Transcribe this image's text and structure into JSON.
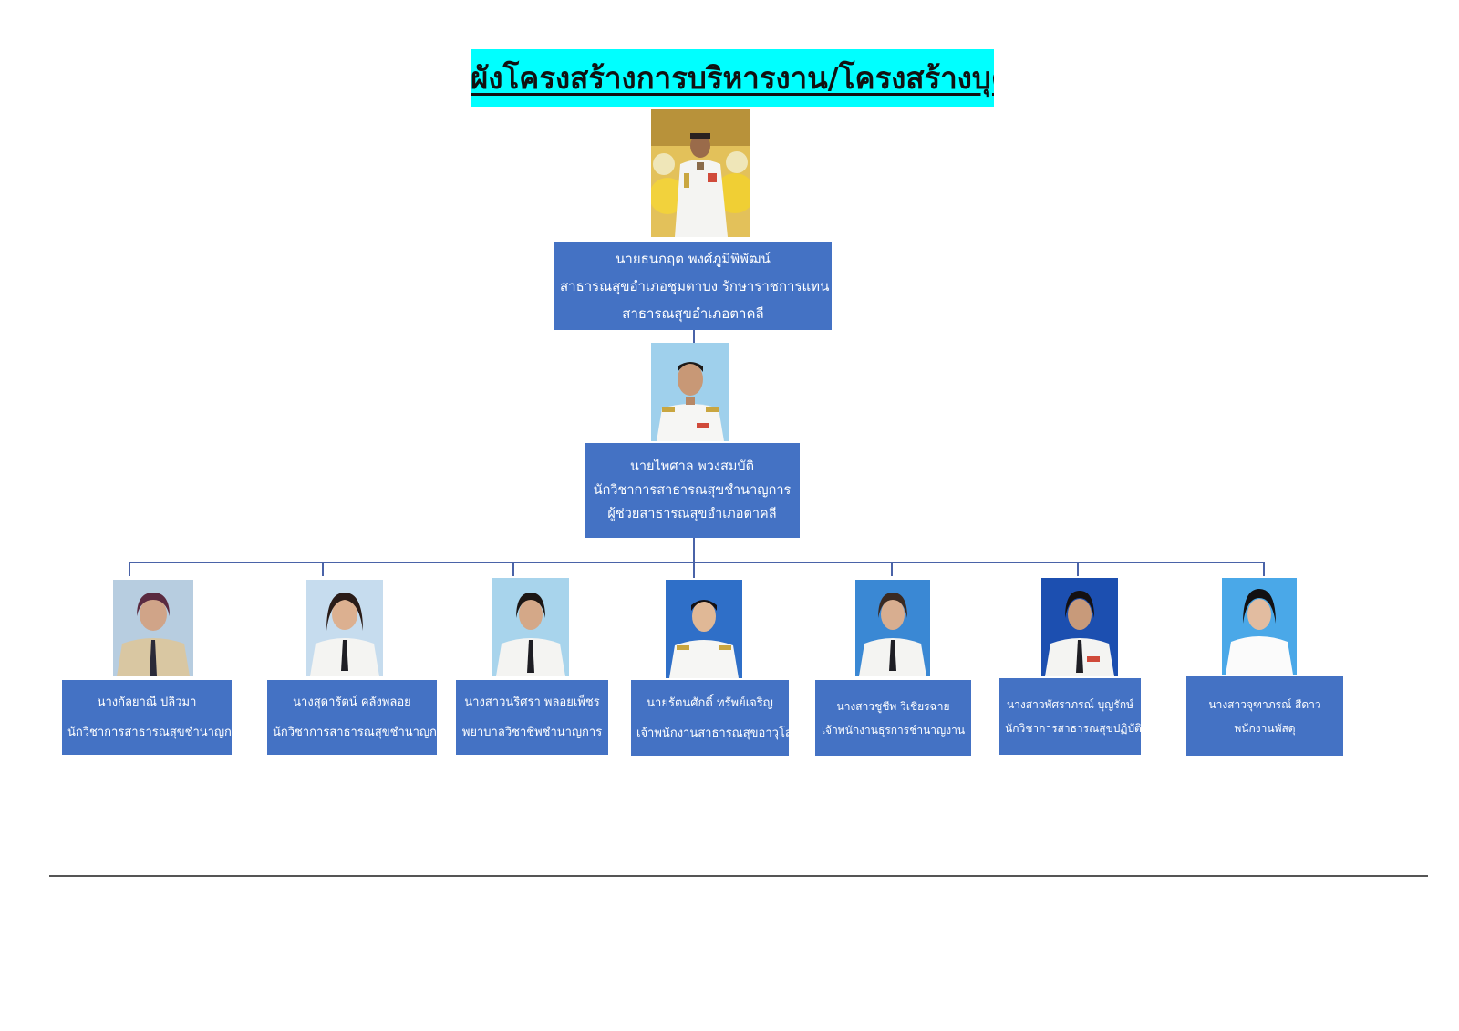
{
  "title": "ผังโครงสร้างการบริหารงาน/โครงสร้างบุคลากร",
  "colors": {
    "title_bg": "#00ffff",
    "box_bg": "#4472c4",
    "box_text": "#ffffff",
    "connector": "#4a63a8"
  },
  "head": {
    "name": "นายธนกฤต พงศ์ภูมิพิพัฒน์",
    "position": "สาธารณสุขอำเภอชุมตาบง รักษาราชการแทน",
    "office": "สาธารณสุขอำเภอตาคลี"
  },
  "deputy": {
    "name": "นายไพศาล พวงสมบัติ",
    "position": "นักวิชาการสาธารณสุขชำนาญการ",
    "role": "ผู้ช่วยสาธารณสุขอำเภอตาคลี"
  },
  "staff": [
    {
      "name": "นางกัลยาณี ปลิวมา",
      "position": "นักวิชาการสาธารณสุขชำนาญการ"
    },
    {
      "name": "นางสุดารัตน์ คลังพลอย",
      "position": "นักวิชาการสาธารณสุขชำนาญการ"
    },
    {
      "name": "นางสาวนริศรา พลอยเพ็ชร",
      "position": "พยาบาลวิชาชีพชำนาญการ"
    },
    {
      "name": "นายรัตนศักดิ์ ทรัพย์เจริญ",
      "position": "เจ้าพนักงานสาธารณสุขอาวุโส"
    },
    {
      "name": "นางสาวชูชีพ วิเชียรฉาย",
      "position": "เจ้าพนักงานธุรการชำนาญงาน"
    },
    {
      "name": "นางสาวพัศราภรณ์ บุญรักษ์",
      "position": "นักวิชาการสาธารณสุขปฏิบัติการ"
    },
    {
      "name": "นางสาวจุฑาภรณ์ สีดาว",
      "position": "พนักงานพัสดุ"
    }
  ]
}
